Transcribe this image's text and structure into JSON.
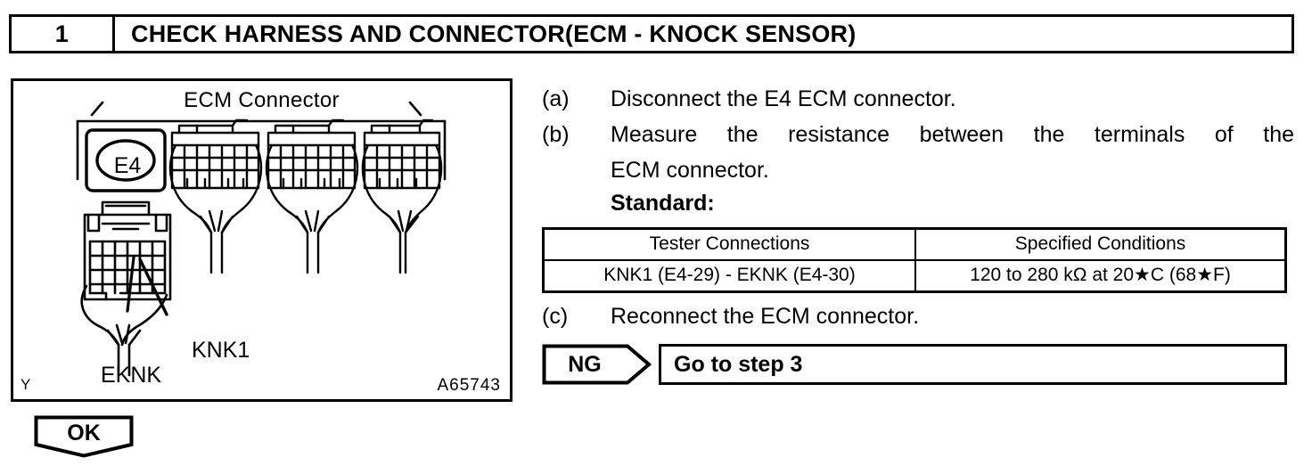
{
  "step": {
    "number": "1",
    "title": "CHECK HARNESS AND CONNECTOR(ECM - KNOCK SENSOR)"
  },
  "figure": {
    "caption": "ECM Connector",
    "connector_badge": "E4",
    "callout_left": "EKNK",
    "callout_right": "KNK1",
    "orientation_mark": "Y",
    "figure_id": "A65743"
  },
  "procedure": [
    {
      "mark": "(a)",
      "text": "Disconnect the E4 ECM connector."
    },
    {
      "mark": "(b)",
      "text": "Measure the resistance between the terminals of the",
      "cont": "ECM connector."
    }
  ],
  "standard_label": "Standard:",
  "spec_table": {
    "headers": [
      "Tester Connections",
      "Specified Conditions"
    ],
    "rows": [
      [
        "KNK1 (E4-29) - EKNK (E4-30)",
        "120 to 280 kΩ at 20★C (68★F)"
      ]
    ]
  },
  "step_c": {
    "mark": "(c)",
    "text": "Reconnect the ECM connector."
  },
  "result_ng": {
    "tag": "NG",
    "action": "Go to step 3"
  },
  "result_ok": {
    "tag": "OK"
  }
}
